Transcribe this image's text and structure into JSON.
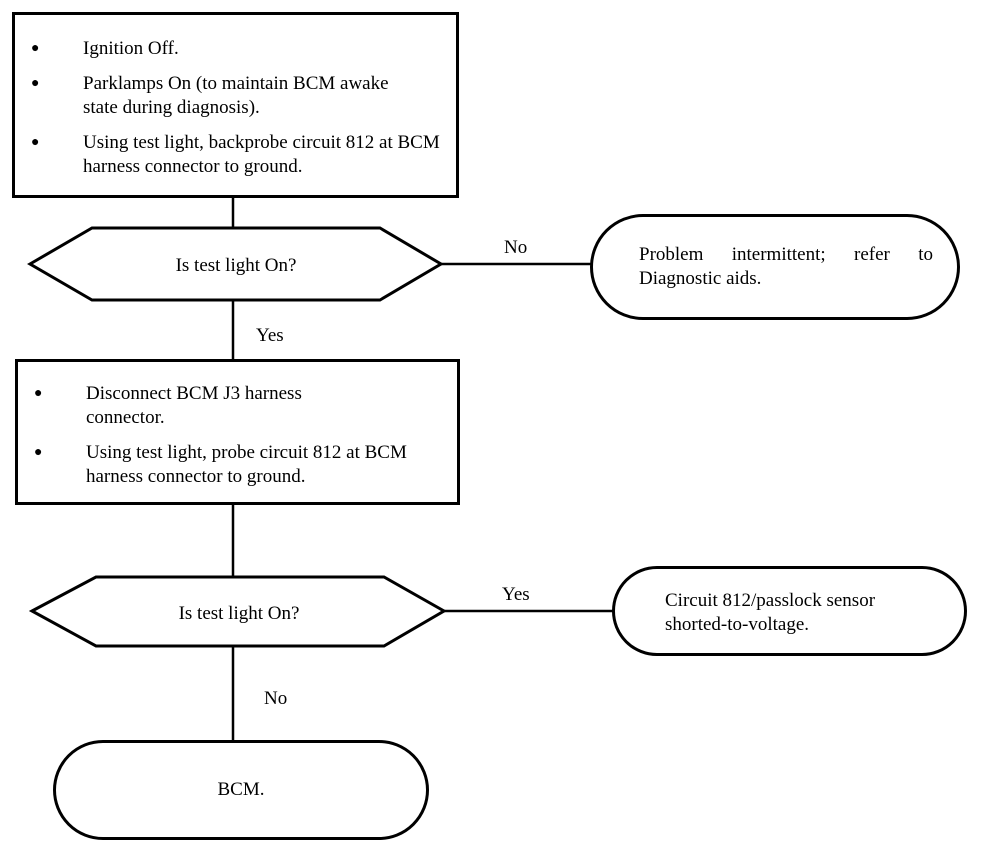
{
  "step1": {
    "items": [
      "Ignition Off.",
      "Parklamps On (to maintain BCM awake state during diagnosis).",
      "Using test light, backprobe circuit 812 at BCM harness connector to ground."
    ]
  },
  "decision1": {
    "question": "Is test light On?",
    "branch_right": "No",
    "branch_down": "Yes"
  },
  "result1": {
    "text": "Problem intermittent; refer to Diagnostic aids."
  },
  "step2": {
    "items": [
      "Disconnect BCM J3 harness connector.",
      "Using test light, probe circuit 812 at BCM harness connector to ground."
    ]
  },
  "decision2": {
    "question": "Is test light On?",
    "branch_right": "Yes",
    "branch_down": "No"
  },
  "result2": {
    "text": "Circuit 812/passlock sensor shorted-to-voltage."
  },
  "result3": {
    "text": "BCM."
  }
}
